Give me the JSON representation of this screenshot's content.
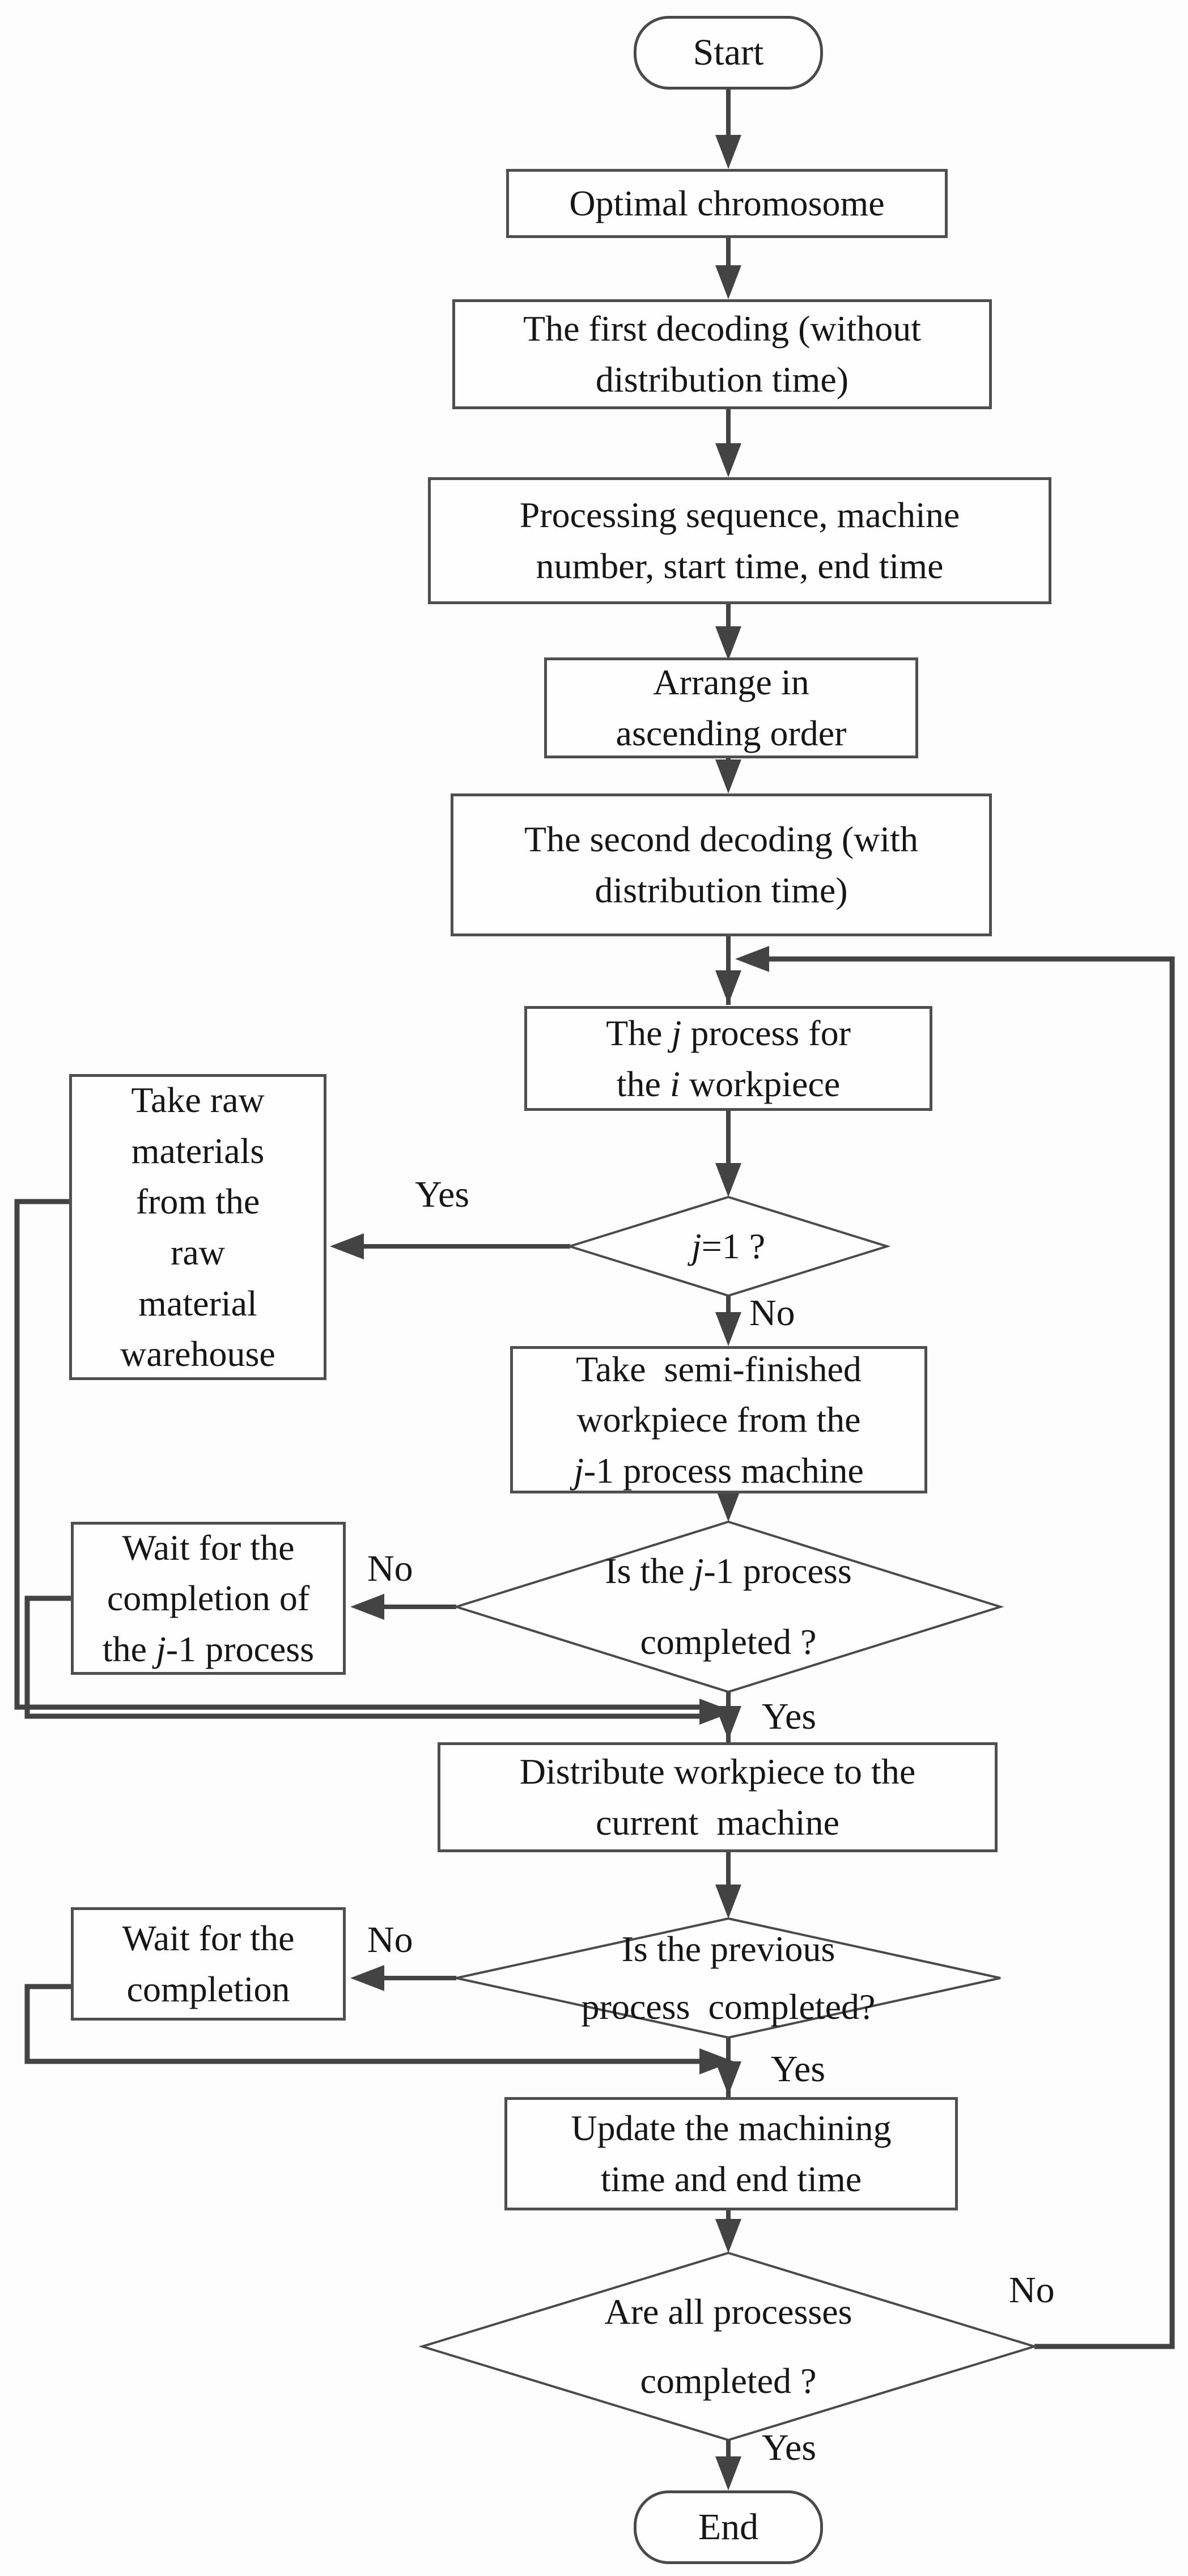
{
  "figure": {
    "type": "flowchart",
    "description": "Two-stage decoding / scheduling flowchart",
    "colors": {
      "ink": "#434343",
      "box_border": "#4f4f4f",
      "text": "#161616",
      "background": "#fdfdfd"
    }
  },
  "labels": {
    "j1_yes": "Yes",
    "j1_no": "No",
    "jm1_no": "No",
    "jm1_yes": "Yes",
    "prev_no": "No",
    "prev_yes": "Yes",
    "all_no": "No",
    "all_yes": "Yes"
  },
  "nodes": {
    "start": {
      "shape": "terminator",
      "lines": [
        [
          {
            "t": "Start"
          }
        ]
      ]
    },
    "optimal": {
      "shape": "process",
      "lines": [
        [
          {
            "t": "Optimal chromosome"
          }
        ]
      ]
    },
    "decode1": {
      "shape": "process",
      "lines": [
        [
          {
            "t": "The first decoding (without"
          }
        ],
        [
          {
            "t": "distribution time)"
          }
        ]
      ]
    },
    "procseq": {
      "shape": "process",
      "lines": [
        [
          {
            "t": "Processing sequence, machine"
          }
        ],
        [
          {
            "t": "number, start time, end time"
          }
        ]
      ]
    },
    "arrange": {
      "shape": "process",
      "lines": [
        [
          {
            "t": "Arrange in"
          }
        ],
        [
          {
            "t": "ascending order"
          }
        ]
      ]
    },
    "decode2": {
      "shape": "process",
      "lines": [
        [
          {
            "t": "The second decoding (with"
          }
        ],
        [
          {
            "t": "distribution time)"
          }
        ]
      ]
    },
    "jproc": {
      "shape": "process",
      "lines": [
        [
          {
            "t": "The "
          },
          {
            "t": "j",
            "i": true
          },
          {
            "t": " process for"
          }
        ],
        [
          {
            "t": "the "
          },
          {
            "t": "i",
            "i": true
          },
          {
            "t": " workpiece"
          }
        ]
      ]
    },
    "d_j1": {
      "shape": "decision",
      "lines": [
        [
          {
            "t": "j",
            "i": true
          },
          {
            "t": "=1 ?"
          }
        ]
      ]
    },
    "takeraw": {
      "shape": "process",
      "lines": [
        [
          {
            "t": "Take raw"
          }
        ],
        [
          {
            "t": "materials"
          }
        ],
        [
          {
            "t": "from the"
          }
        ],
        [
          {
            "t": "raw"
          }
        ],
        [
          {
            "t": "material"
          }
        ],
        [
          {
            "t": "warehouse"
          }
        ]
      ]
    },
    "semifin": {
      "shape": "process",
      "lines": [
        [
          {
            "t": "Take  semi-finished"
          }
        ],
        [
          {
            "t": "workpiece from the"
          }
        ],
        [
          {
            "t": "j",
            "i": true
          },
          {
            "t": "-1 process machine"
          }
        ]
      ]
    },
    "d_jm1": {
      "shape": "decision",
      "lines": [
        [
          {
            "t": "Is the "
          },
          {
            "t": "j",
            "i": true
          },
          {
            "t": "-1 process"
          }
        ],
        [
          {
            "t": "completed ?"
          }
        ]
      ]
    },
    "waitjm1": {
      "shape": "process",
      "lines": [
        [
          {
            "t": "Wait for the"
          }
        ],
        [
          {
            "t": "completion of"
          }
        ],
        [
          {
            "t": "the "
          },
          {
            "t": "j",
            "i": true
          },
          {
            "t": "-1 process"
          }
        ]
      ]
    },
    "distribute": {
      "shape": "process",
      "lines": [
        [
          {
            "t": "Distribute workpiece to the"
          }
        ],
        [
          {
            "t": "current  machine"
          }
        ]
      ]
    },
    "d_prev": {
      "shape": "decision",
      "lines": [
        [
          {
            "t": "Is the previous"
          }
        ],
        [
          {
            "t": "process  completed?"
          }
        ]
      ]
    },
    "waitprev": {
      "shape": "process",
      "lines": [
        [
          {
            "t": "Wait for the"
          }
        ],
        [
          {
            "t": "completion"
          }
        ]
      ]
    },
    "update": {
      "shape": "process",
      "lines": [
        [
          {
            "t": "Update the machining"
          }
        ],
        [
          {
            "t": "time and end time"
          }
        ]
      ]
    },
    "d_all": {
      "shape": "decision",
      "lines": [
        [
          {
            "t": "Are all processes"
          }
        ],
        [
          {
            "t": "completed ?"
          }
        ]
      ]
    },
    "end": {
      "shape": "terminator",
      "lines": [
        [
          {
            "t": "End"
          }
        ]
      ]
    }
  }
}
